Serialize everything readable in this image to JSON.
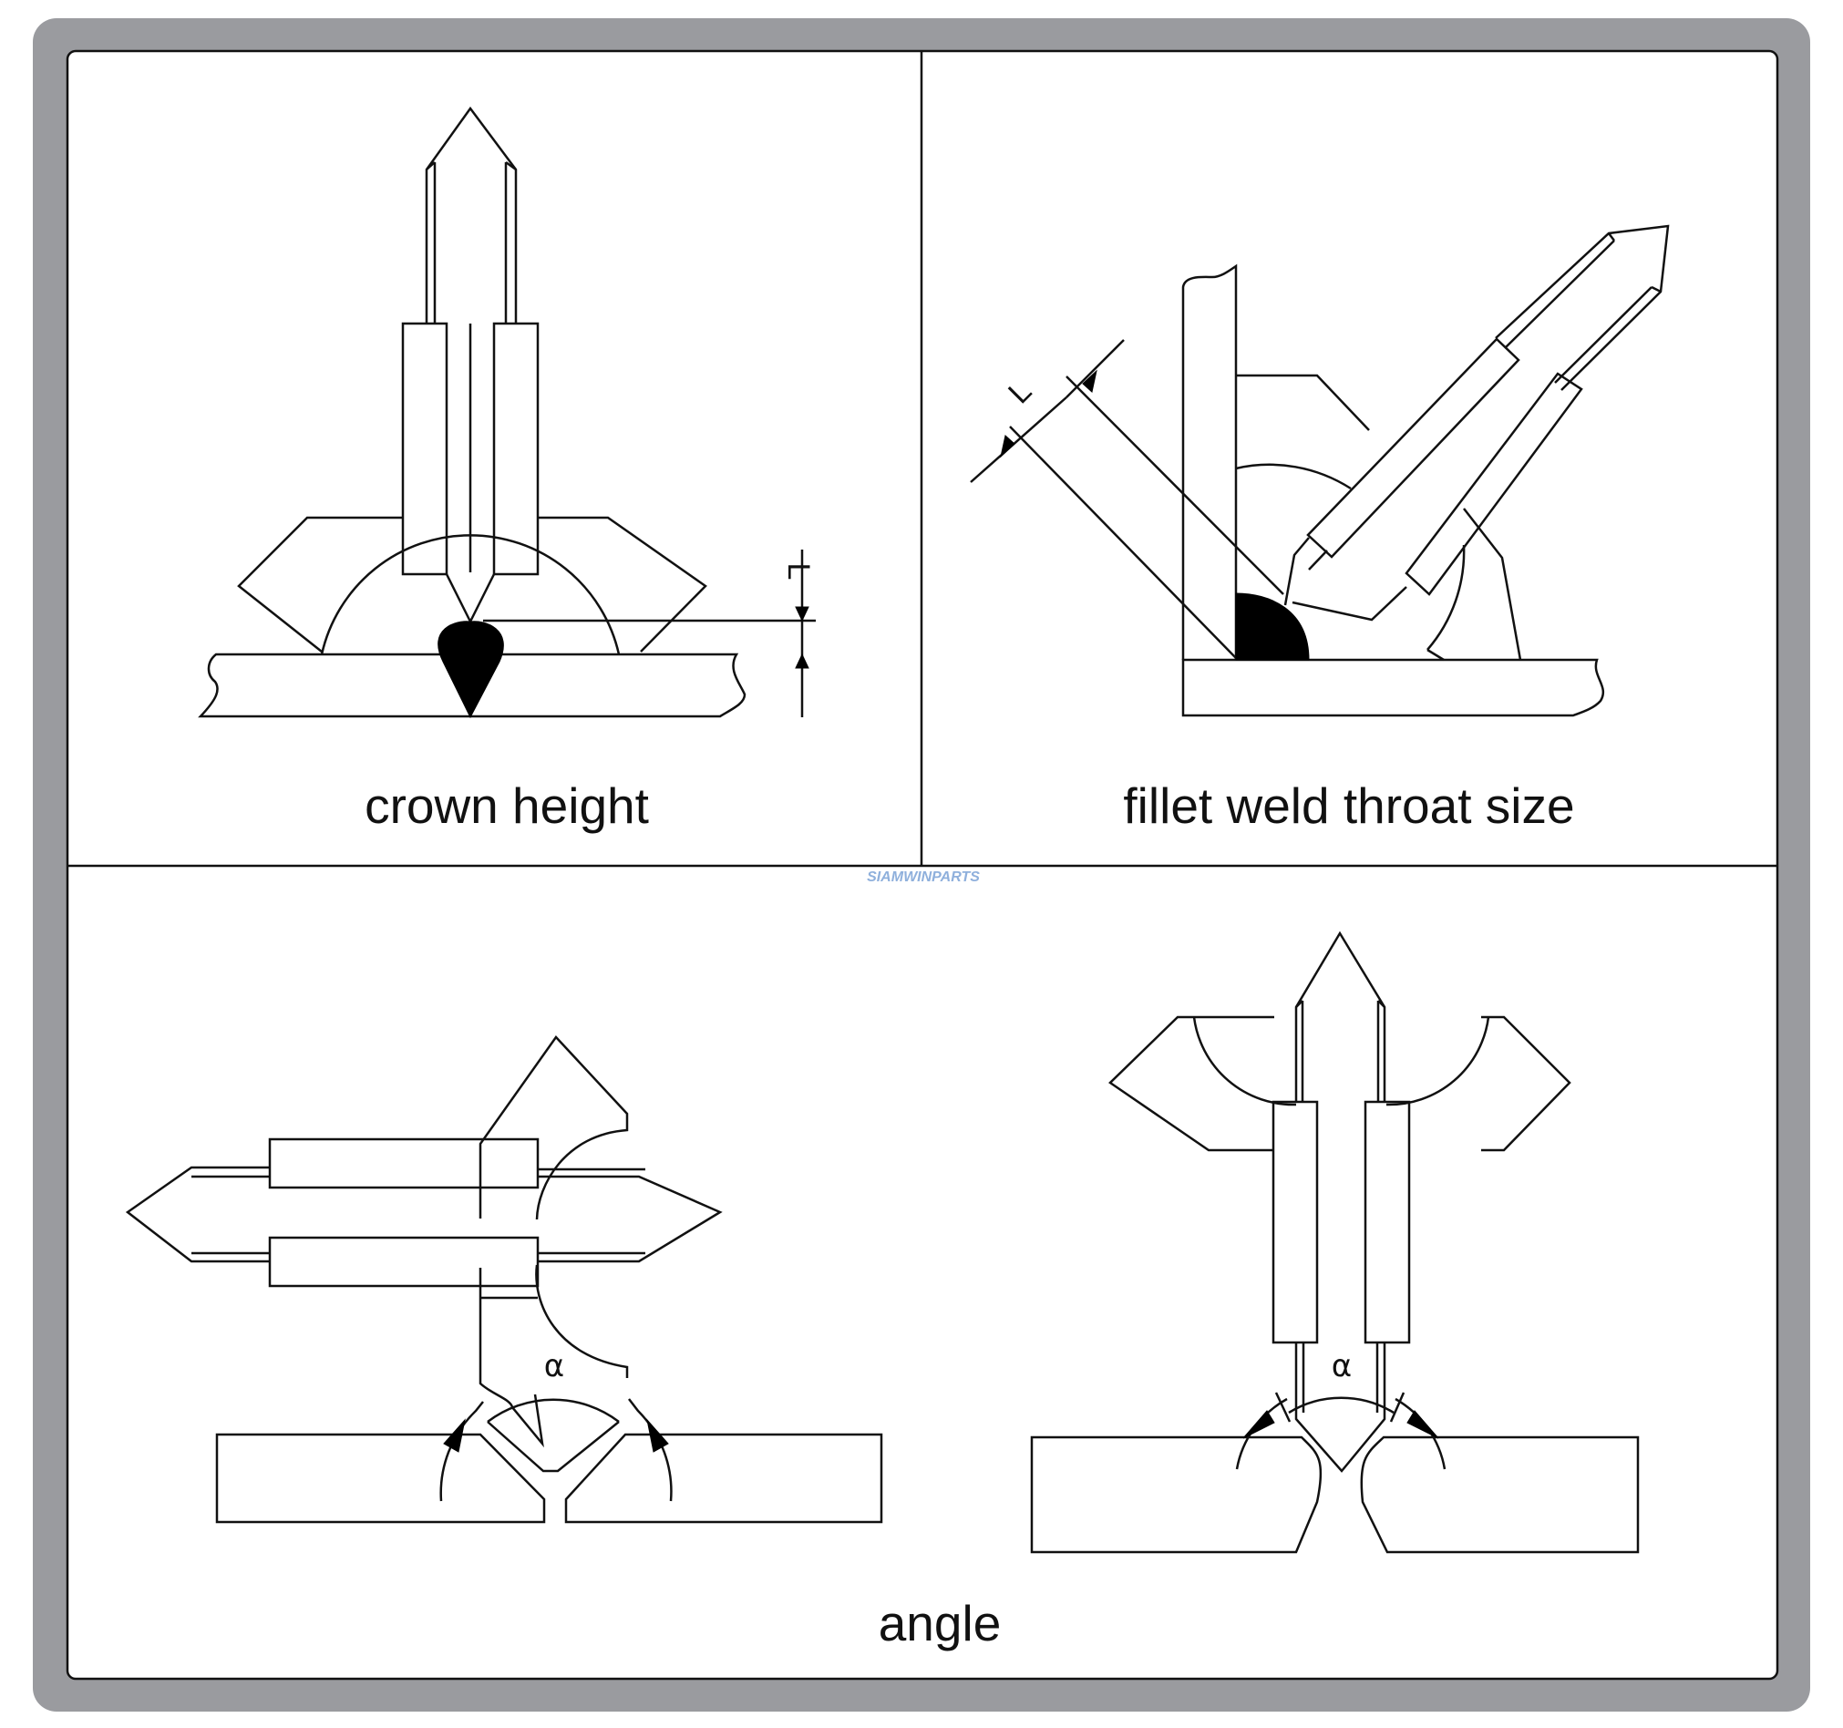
{
  "captions": {
    "crown": "crown height",
    "fillet": "fillet weld throat size",
    "angle": "angle"
  },
  "symbols": {
    "length": "L",
    "angle": "α"
  },
  "watermark": "SIAMWINPARTS",
  "colors": {
    "frame": "#9a9b9f",
    "line": "#111111",
    "weld": "#000000",
    "watermark": "#8fb0dc"
  }
}
